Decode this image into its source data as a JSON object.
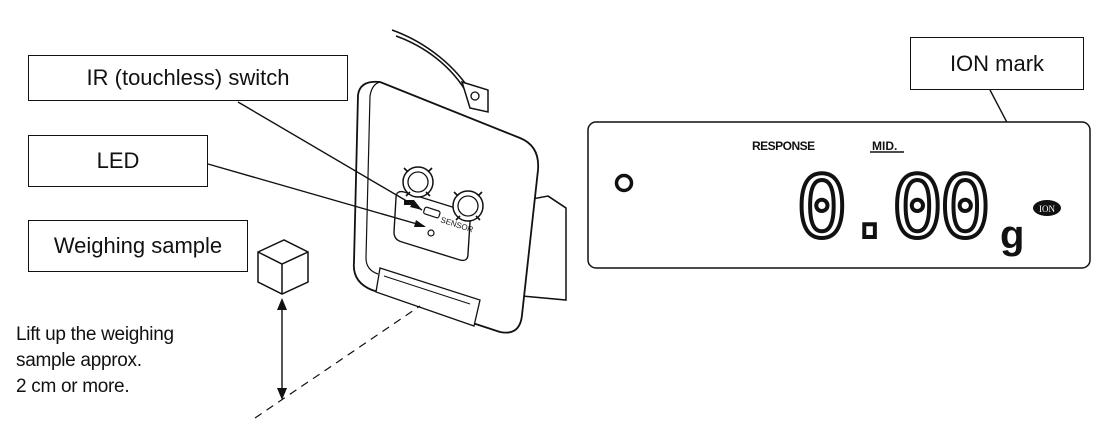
{
  "labels": {
    "ir_switch": "IR (touchless) switch",
    "led": "LED",
    "weighing_sample": "Weighing sample",
    "ion_mark": "ION mark"
  },
  "note": {
    "line1": "Lift up the weighing",
    "line2": "sample approx.",
    "line3": "2 cm or more."
  },
  "device": {
    "sensor_label": "SENSOR"
  },
  "display": {
    "response_label": "RESPONSE",
    "response_mode": "MID.",
    "reading": "0.00",
    "unit": "g",
    "ion_indicator": "ION"
  }
}
